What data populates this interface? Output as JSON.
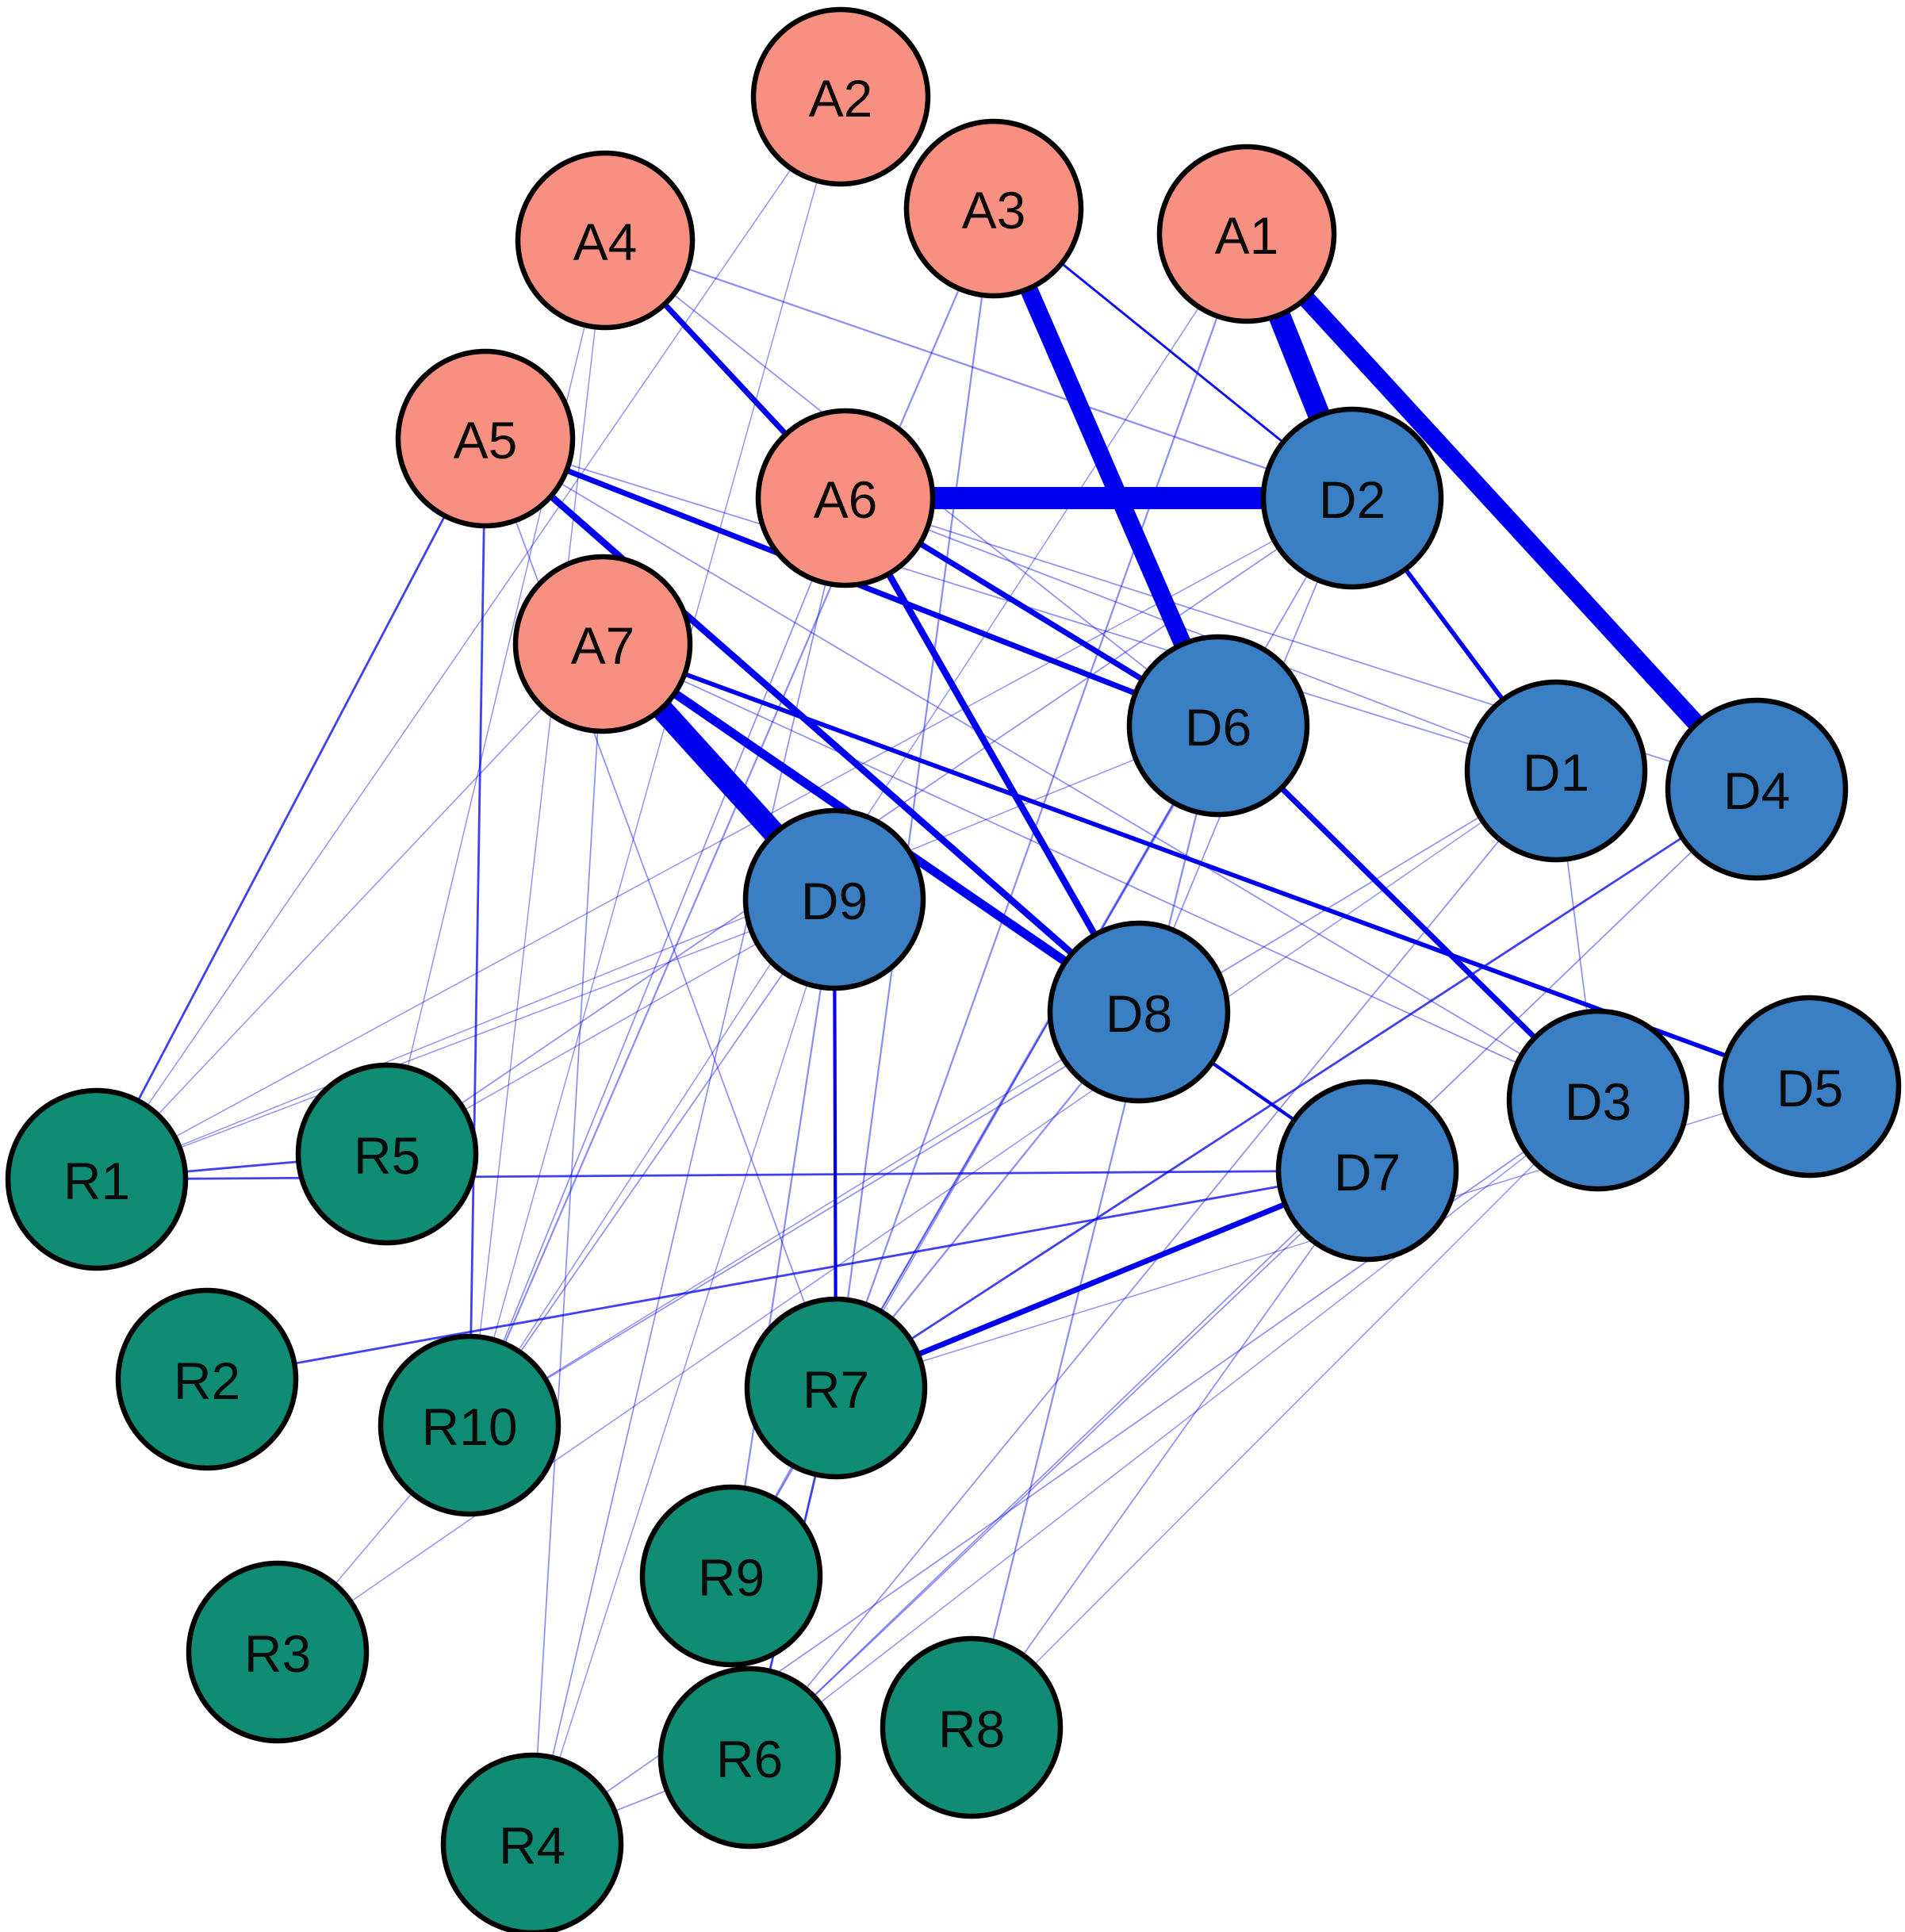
{
  "colors": {
    "A": "#f79080",
    "D": "#3a7fc4",
    "R": "#0f8c73",
    "edge": "#0000ee"
  },
  "nodes": [
    {
      "id": "A1",
      "group": "A"
    },
    {
      "id": "A2",
      "group": "A"
    },
    {
      "id": "A3",
      "group": "A"
    },
    {
      "id": "A4",
      "group": "A"
    },
    {
      "id": "A5",
      "group": "A"
    },
    {
      "id": "A6",
      "group": "A"
    },
    {
      "id": "A7",
      "group": "A"
    },
    {
      "id": "D1",
      "group": "D"
    },
    {
      "id": "D2",
      "group": "D"
    },
    {
      "id": "D3",
      "group": "D"
    },
    {
      "id": "D4",
      "group": "D"
    },
    {
      "id": "D5",
      "group": "D"
    },
    {
      "id": "D6",
      "group": "D"
    },
    {
      "id": "D7",
      "group": "D"
    },
    {
      "id": "D8",
      "group": "D"
    },
    {
      "id": "D9",
      "group": "D"
    },
    {
      "id": "R1",
      "group": "R"
    },
    {
      "id": "R2",
      "group": "R"
    },
    {
      "id": "R3",
      "group": "R"
    },
    {
      "id": "R4",
      "group": "R"
    },
    {
      "id": "R5",
      "group": "R"
    },
    {
      "id": "R6",
      "group": "R"
    },
    {
      "id": "R7",
      "group": "R"
    },
    {
      "id": "R8",
      "group": "R"
    },
    {
      "id": "R9",
      "group": "R"
    },
    {
      "id": "R10",
      "group": "R"
    }
  ],
  "edges": [
    {
      "source": "A6",
      "target": "D2",
      "weight": 10
    },
    {
      "source": "A1",
      "target": "D4",
      "weight": 8
    },
    {
      "source": "A1",
      "target": "D2",
      "weight": 10
    },
    {
      "source": "A3",
      "target": "D6",
      "weight": 8
    },
    {
      "source": "A7",
      "target": "D9",
      "weight": 10
    },
    {
      "source": "A7",
      "target": "D8",
      "weight": 4
    },
    {
      "source": "A5",
      "target": "D8",
      "weight": 3
    },
    {
      "source": "A6",
      "target": "D8",
      "weight": 3
    },
    {
      "source": "A6",
      "target": "D6",
      "weight": 2.5
    },
    {
      "source": "A5",
      "target": "D6",
      "weight": 2.5
    },
    {
      "source": "A4",
      "target": "A6",
      "weight": 2.5
    },
    {
      "source": "A7",
      "target": "D5",
      "weight": 2
    },
    {
      "source": "D7",
      "target": "R7",
      "weight": 2.5
    },
    {
      "source": "D6",
      "target": "D3",
      "weight": 2.5
    },
    {
      "source": "D2",
      "target": "D1",
      "weight": 2
    },
    {
      "source": "D8",
      "target": "D7",
      "weight": 1.5
    },
    {
      "source": "A3",
      "target": "D2",
      "weight": 1
    },
    {
      "source": "A3",
      "target": "D2",
      "weight": 1
    },
    {
      "source": "A4",
      "target": "D2",
      "weight": 0.8
    },
    {
      "source": "A4",
      "target": "D6",
      "weight": 0.6
    },
    {
      "source": "A5",
      "target": "D1",
      "weight": 0.6
    },
    {
      "source": "A5",
      "target": "D3",
      "weight": 0.6
    },
    {
      "source": "A6",
      "target": "D1",
      "weight": 0.6
    },
    {
      "source": "A6",
      "target": "D4",
      "weight": 0.6
    },
    {
      "source": "A7",
      "target": "D3",
      "weight": 0.6
    },
    {
      "source": "A2",
      "target": "R1",
      "weight": 0.5
    },
    {
      "source": "A2",
      "target": "R10",
      "weight": 0.5
    },
    {
      "source": "A3",
      "target": "R10",
      "weight": 0.8
    },
    {
      "source": "A3",
      "target": "R7",
      "weight": 0.8
    },
    {
      "source": "A1",
      "target": "R7",
      "weight": 0.8
    },
    {
      "source": "A1",
      "target": "R10",
      "weight": 0.5
    },
    {
      "source": "A4",
      "target": "R10",
      "weight": 0.5
    },
    {
      "source": "A4",
      "target": "R5",
      "weight": 0.5
    },
    {
      "source": "A5",
      "target": "R1",
      "weight": 1
    },
    {
      "source": "A5",
      "target": "R10",
      "weight": 1
    },
    {
      "source": "A5",
      "target": "R7",
      "weight": 0.6
    },
    {
      "source": "A6",
      "target": "R10",
      "weight": 0.6
    },
    {
      "source": "A6",
      "target": "R4",
      "weight": 0.6
    },
    {
      "source": "A7",
      "target": "R4",
      "weight": 0.6
    },
    {
      "source": "A7",
      "target": "R1",
      "weight": 0.5
    },
    {
      "source": "D2",
      "target": "R5",
      "weight": 0.6
    },
    {
      "source": "D2",
      "target": "R7",
      "weight": 0.6
    },
    {
      "source": "D2",
      "target": "D8",
      "weight": 0.6
    },
    {
      "source": "D2",
      "target": "R1",
      "weight": 0.5
    },
    {
      "source": "D4",
      "target": "R7",
      "weight": 1
    },
    {
      "source": "D4",
      "target": "R6",
      "weight": 0.6
    },
    {
      "source": "D1",
      "target": "R10",
      "weight": 0.6
    },
    {
      "source": "D1",
      "target": "R6",
      "weight": 0.6
    },
    {
      "source": "D1",
      "target": "R3",
      "weight": 0.5
    },
    {
      "source": "D1",
      "target": "D3",
      "weight": 0.6
    },
    {
      "source": "D6",
      "target": "R8",
      "weight": 0.8
    },
    {
      "source": "D6",
      "target": "R9",
      "weight": 0.6
    },
    {
      "source": "D6",
      "target": "R7",
      "weight": 0.8
    },
    {
      "source": "D8",
      "target": "R7",
      "weight": 0.8
    },
    {
      "source": "D8",
      "target": "R10",
      "weight": 0.5
    },
    {
      "source": "D9",
      "target": "R7",
      "weight": 1.5
    },
    {
      "source": "D9",
      "target": "R9",
      "weight": 0.8
    },
    {
      "source": "D9",
      "target": "R4",
      "weight": 0.5
    },
    {
      "source": "D9",
      "target": "R10",
      "weight": 0.6
    },
    {
      "source": "D9",
      "target": "R5",
      "weight": 0.5
    },
    {
      "source": "D9",
      "target": "R1",
      "weight": 0.5
    },
    {
      "source": "D7",
      "target": "R1",
      "weight": 1
    },
    {
      "source": "D7",
      "target": "R2",
      "weight": 1
    },
    {
      "source": "D7",
      "target": "R8",
      "weight": 0.6
    },
    {
      "source": "D7",
      "target": "R6",
      "weight": 0.6
    },
    {
      "source": "D3",
      "target": "R4",
      "weight": 0.6
    },
    {
      "source": "D3",
      "target": "R6",
      "weight": 0.5
    },
    {
      "source": "D3",
      "target": "R8",
      "weight": 0.5
    },
    {
      "source": "R1",
      "target": "R5",
      "weight": 1
    },
    {
      "source": "R7",
      "target": "R6",
      "weight": 1
    },
    {
      "source": "R7",
      "target": "R9",
      "weight": 0.8
    },
    {
      "source": "R6",
      "target": "R4",
      "weight": 0.6
    },
    {
      "source": "R10",
      "target": "R3",
      "weight": 0.5
    },
    {
      "source": "D6",
      "target": "R1",
      "weight": 0.5
    },
    {
      "source": "D5",
      "target": "R7",
      "weight": 0.5
    }
  ]
}
